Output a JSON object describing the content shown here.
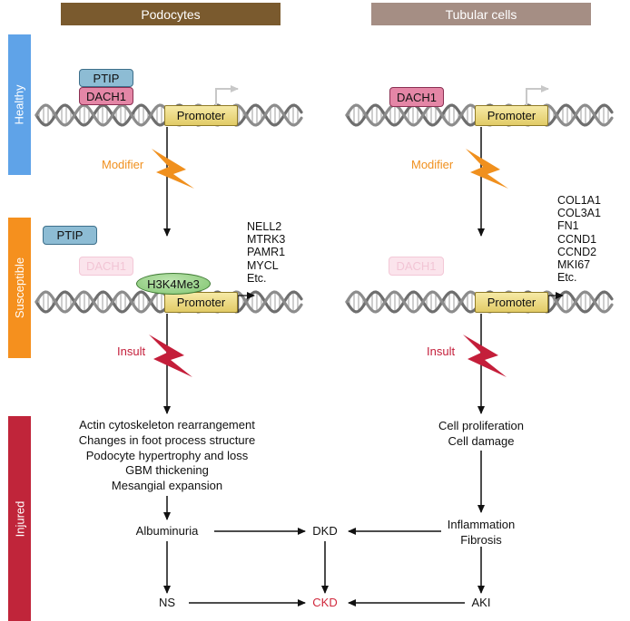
{
  "columns": {
    "podocytes": "Podocytes",
    "tubular": "Tubular cells"
  },
  "stages": {
    "healthy": "Healthy",
    "susceptible": "Susceptible",
    "injured": "Injured"
  },
  "labels": {
    "ptip": "PTIP",
    "dach1": "DACH1",
    "promoter": "Promoter",
    "h3k4me3": "H3K4Me3",
    "modifier": "Modifier",
    "insult": "Insult"
  },
  "podocyte_genes": [
    "NELL2",
    "MTRK3",
    "PAMR1",
    "MYCL",
    "Etc."
  ],
  "tubular_genes": [
    "COL1A1",
    "COL3A1",
    "FN1",
    "CCND1",
    "CCND2",
    "MKI67",
    "Etc."
  ],
  "podocyte_effects": [
    "Actin cytoskeleton rearrangement",
    "Changes in foot process structure",
    "Podocyte hypertrophy and loss",
    "GBM thickening",
    "Mesangial expansion"
  ],
  "tubular_effects": [
    "Cell proliferation",
    "Cell damage"
  ],
  "outcomes": {
    "albuminuria": "Albuminuria",
    "dkd": "DKD",
    "inflammation": "Inflammation",
    "fibrosis": "Fibrosis",
    "ns": "NS",
    "ckd": "CKD",
    "aki": "AKI"
  },
  "colors": {
    "podocyte_header": "#7a5a2e",
    "tubular_header": "#a58e84",
    "healthy": "#5fa3e8",
    "susceptible": "#f5901e",
    "injured": "#c0253a",
    "modifier": "#f0901e",
    "insult": "#c41e3a",
    "ckd": "#d0283c"
  }
}
